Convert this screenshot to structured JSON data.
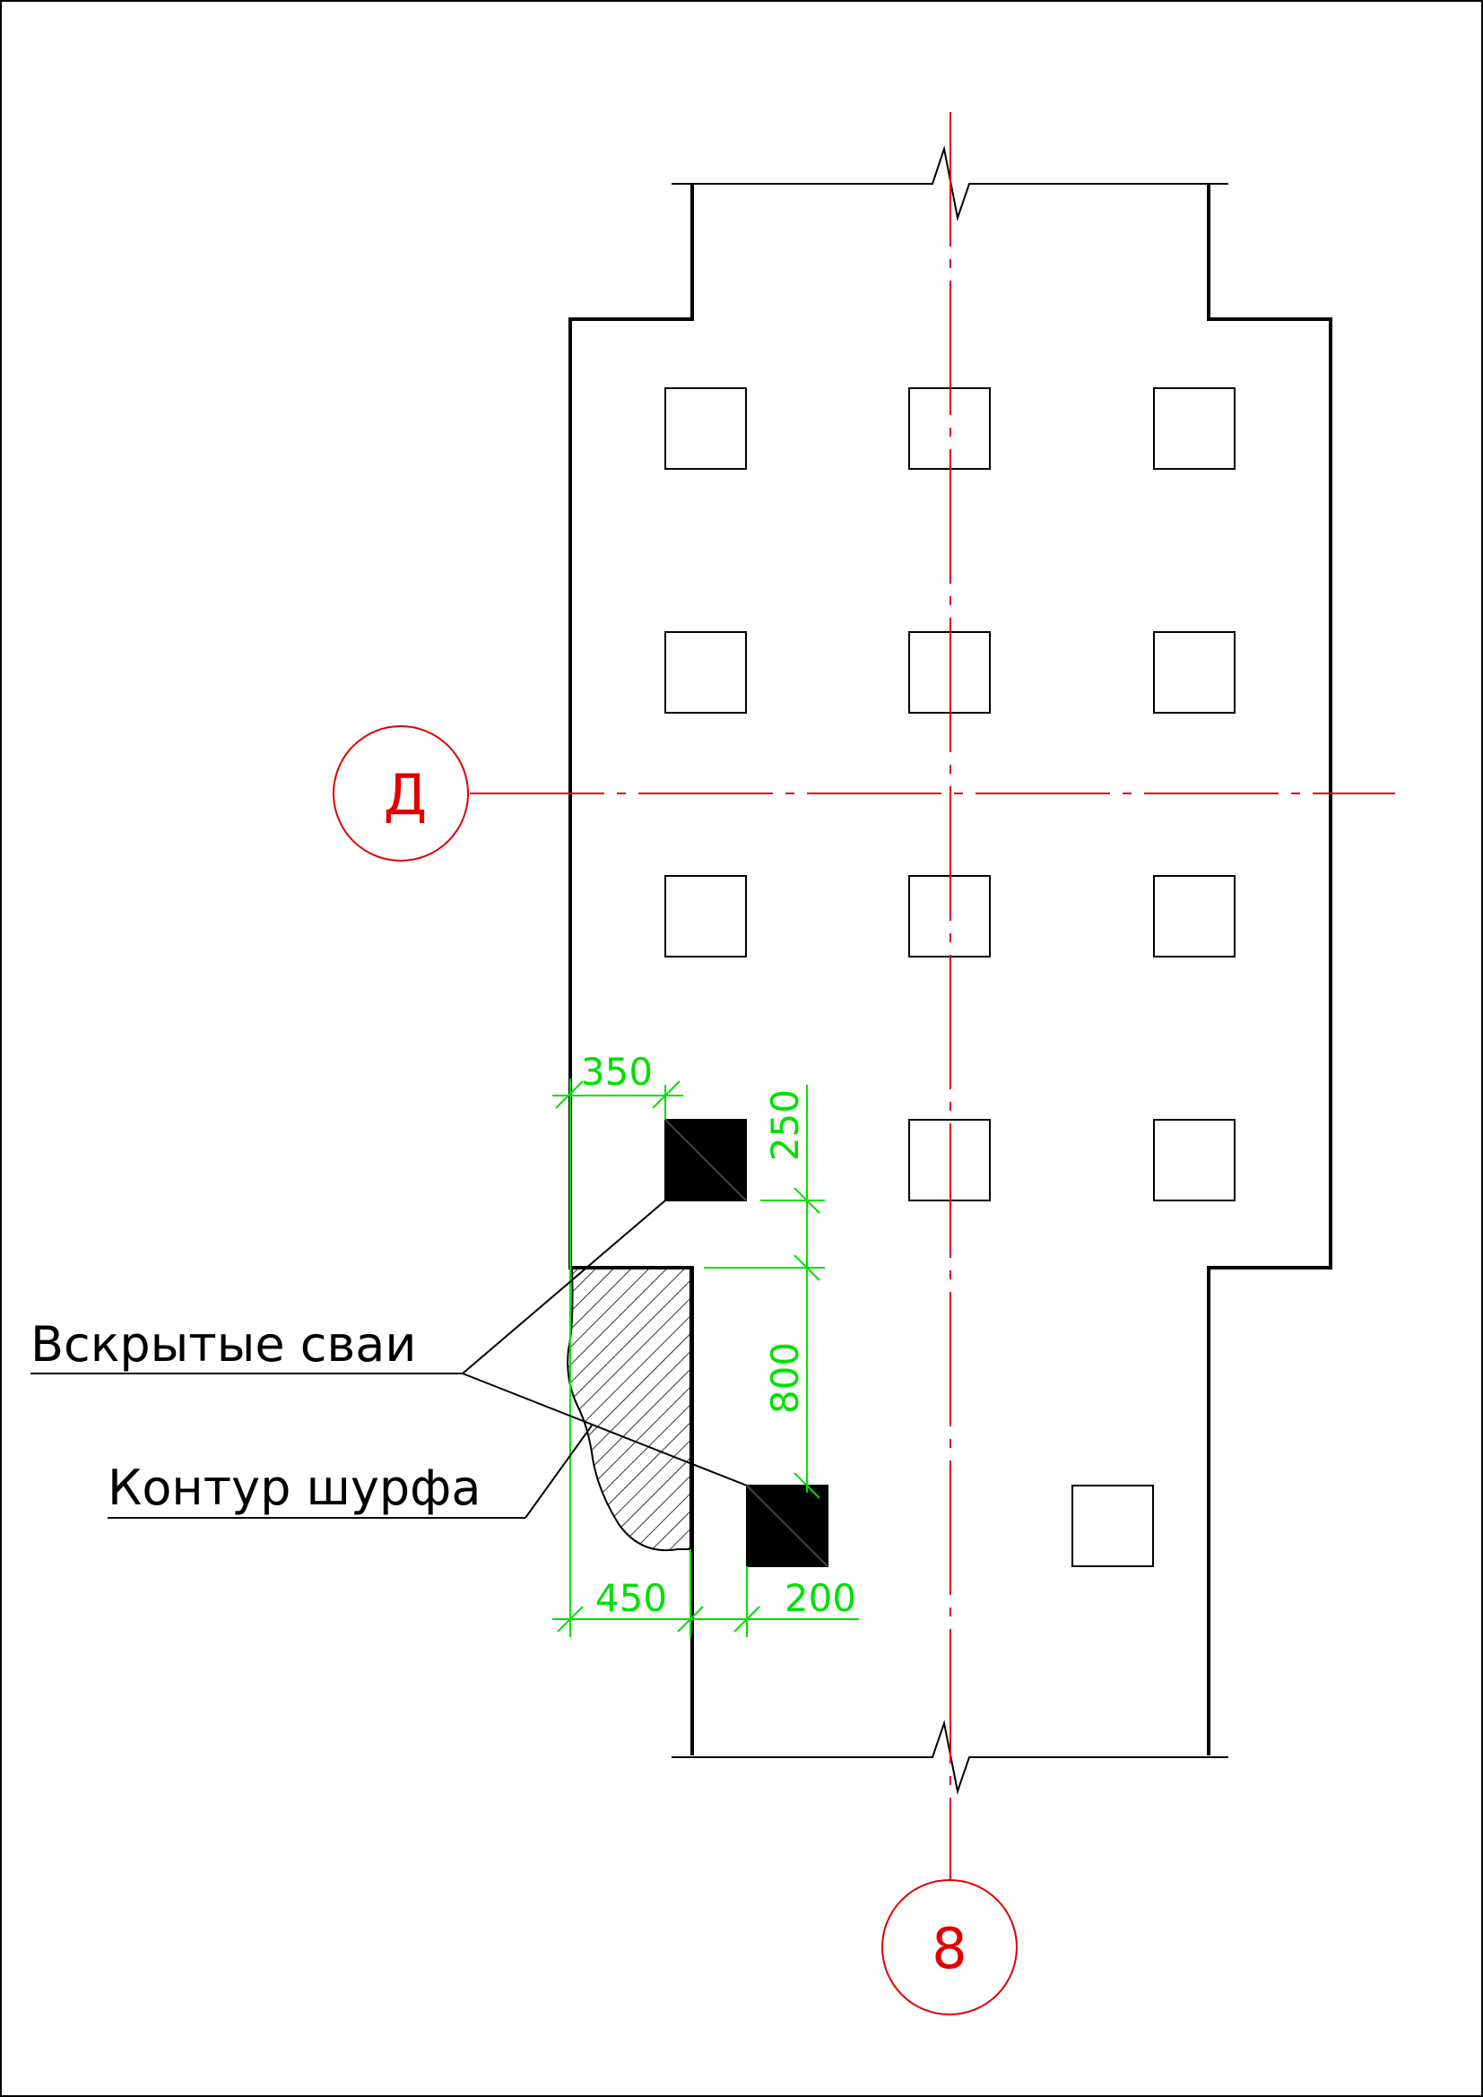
{
  "axes": {
    "row_label": "Д",
    "column_label": "8"
  },
  "dimensions": {
    "top_offset": "350",
    "vertical_gap": "250",
    "vertical_span": "800",
    "bottom_left": "450",
    "bottom_right": "200"
  },
  "callouts": {
    "opened_piles": "Вскрытые сваи",
    "pit_contour": "Контур шурфа"
  },
  "colors": {
    "axis": "#e00000",
    "dimension": "#00e000",
    "outline": "#000000"
  }
}
